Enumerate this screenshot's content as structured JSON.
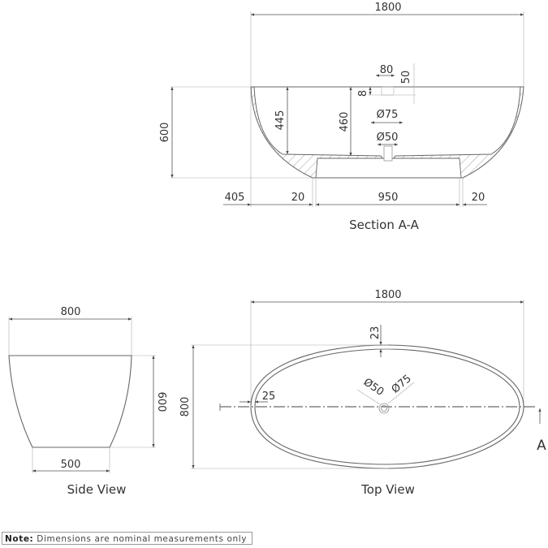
{
  "section": {
    "title": "Section A-A",
    "dims": {
      "length": "1800",
      "height": "600",
      "inner_depth_side": "445",
      "inner_depth_center": "460",
      "overflow_width": "80",
      "overflow_offset": "50",
      "overflow_height": "8",
      "waste_outer": "Ø75",
      "waste_inner": "Ø50",
      "offset_left": "405",
      "wall_left": "20",
      "base": "950",
      "wall_right": "20"
    }
  },
  "side": {
    "title": "Side View",
    "dims": {
      "top_width": "800",
      "height": "600",
      "base_width": "500"
    }
  },
  "top": {
    "title": "Top View",
    "dims": {
      "length": "1800",
      "width": "800",
      "rim_top": "23",
      "rim_side": "25",
      "waste_inner": "Ø50",
      "waste_outer": "Ø75"
    },
    "section_marker": "A"
  },
  "note": {
    "label": "Note:",
    "text": "Dimensions are nominal measurements only"
  }
}
